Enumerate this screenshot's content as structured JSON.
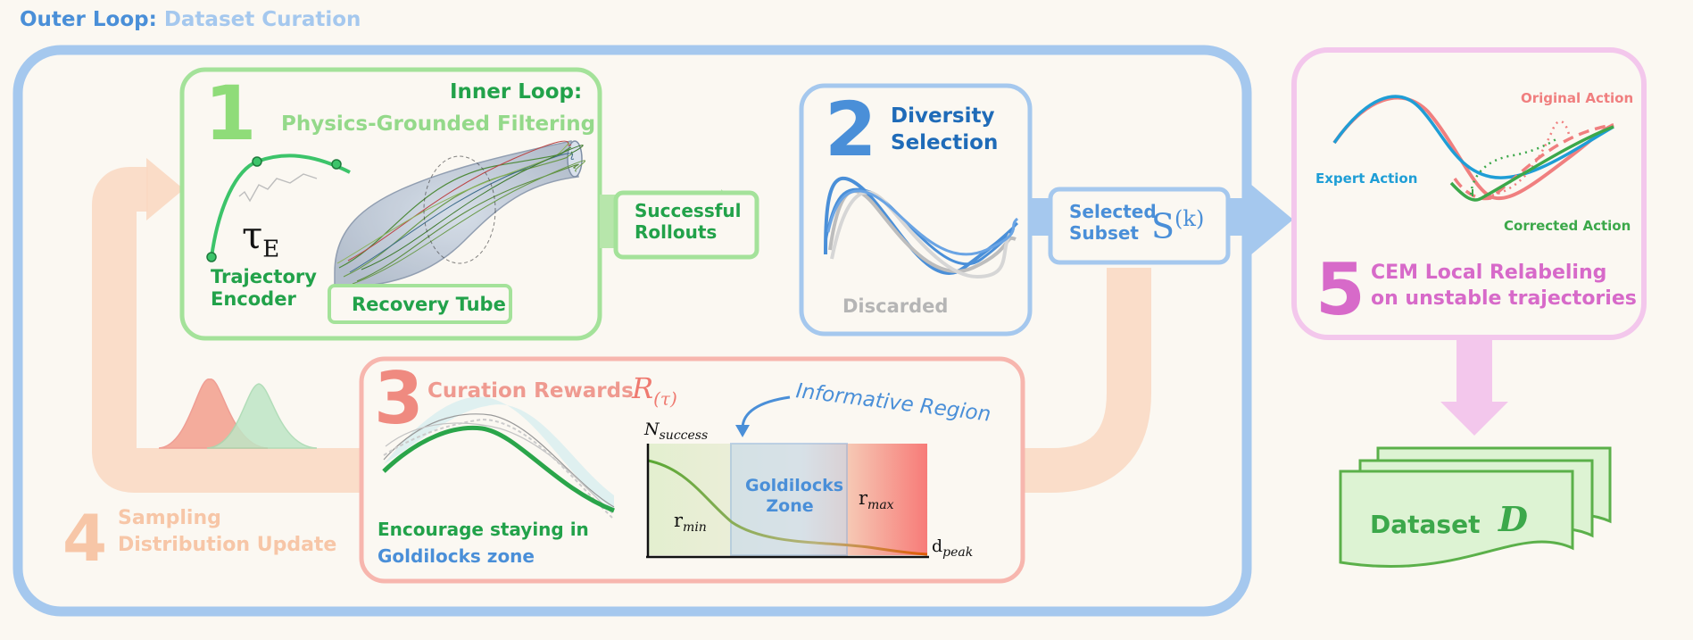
{
  "outer": {
    "prefix": "Outer Loop:",
    "suffix": "Dataset Curation"
  },
  "step1": {
    "number": "1",
    "title1": "Inner Loop:",
    "title2": "Physics-Grounded Filtering",
    "traj1": "Trajectory",
    "traj2": "Encoder",
    "tau_main": "τ",
    "tau_sub": "E",
    "tube_label": "Recovery Tube"
  },
  "successful": {
    "line1": "Successful",
    "line2": "Rollouts"
  },
  "step2": {
    "number": "2",
    "title1": "Diversity",
    "title2": "Selection",
    "discarded": "Discarded"
  },
  "selected": {
    "line1": "Selected",
    "line2": "Subset",
    "sym_main": "S",
    "sym_sup": "(k)"
  },
  "step5": {
    "number": "5",
    "line1": "CEM Local Relabeling",
    "line2": "on unstable trajectories",
    "expert": "Expert Action",
    "original": "Original Action",
    "corrected": "Corrected Action"
  },
  "step3": {
    "number": "3",
    "title": "Curation Rewards",
    "r_main": "R",
    "r_sub": "(τ)",
    "informative": "Informative Region",
    "encourage1": "Encourage staying in",
    "encourage2": "Goldilocks zone",
    "y_main": "N",
    "y_sub": "success",
    "x_main": "d",
    "x_sub": "peak",
    "zone1": "Goldilocks",
    "zone2": "Zone",
    "rmin_main": "r",
    "rmin_sub": "min",
    "rmax_main": "r",
    "rmax_sub": "max"
  },
  "step4": {
    "number": "4",
    "line1": "Sampling",
    "line2": "Distribution Update"
  },
  "dataset": {
    "label": "Dataset",
    "symbol": "D"
  },
  "colors": {
    "green": "#5ec46e",
    "green_dark": "#22a24a",
    "blue": "#4a8fd8",
    "blue_light": "#a5c8ee",
    "pink": "#ef9a90",
    "orange": "#f7c6a7",
    "magenta": "#d76ac9",
    "magenta_light": "#f3c7ec"
  }
}
